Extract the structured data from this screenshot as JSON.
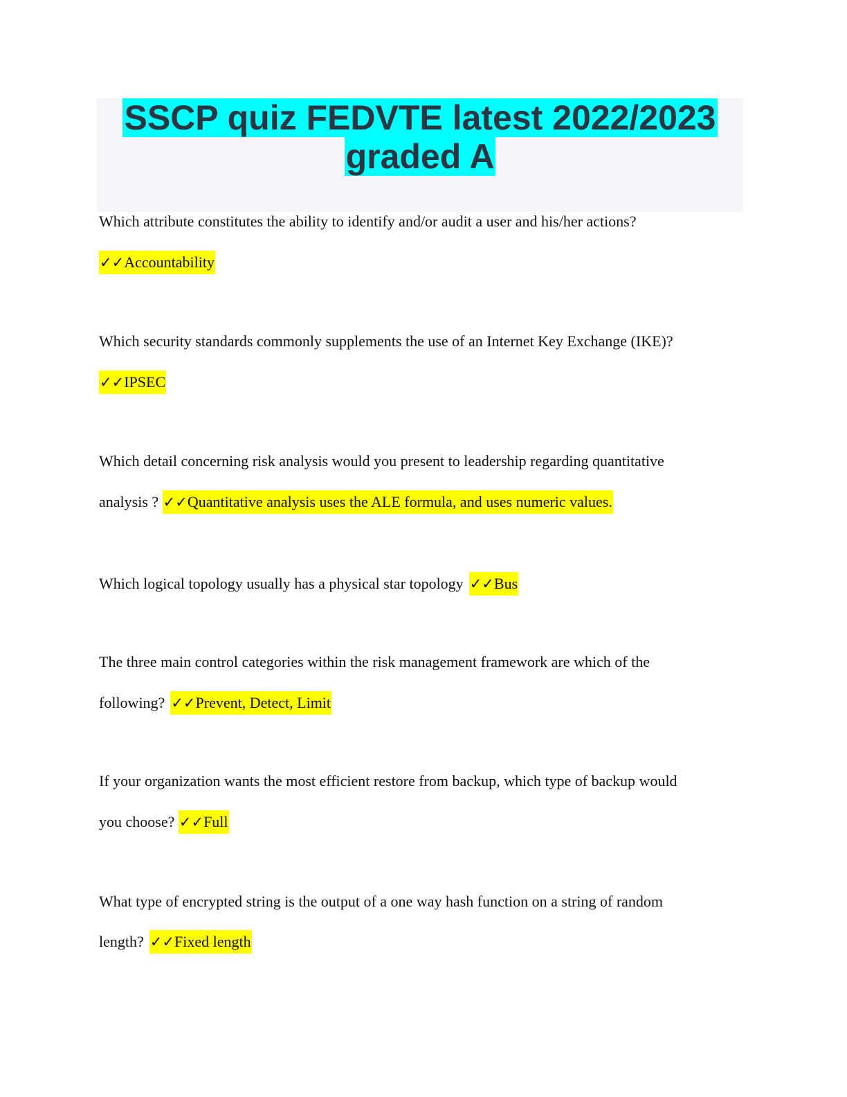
{
  "title": {
    "line1": "SSCP quiz FEDVTE latest 2022/2023",
    "line2": "graded A"
  },
  "check_icon": "✓✓",
  "colors": {
    "title_highlight": "#00ffff",
    "answer_highlight": "#ffff00",
    "title_box": "#f4f5f9",
    "title_text": "#2b3441"
  },
  "questions": [
    {
      "q_line1": "Which attribute constitutes the ability to identify and/or audit a user and his/her actions?",
      "answer": "Accountability"
    },
    {
      "q_line1": "Which security standards commonly supplements the use of an Internet Key Exchange (IKE)?",
      "answer": "IPSEC"
    },
    {
      "q_line1": "Which detail concerning risk analysis would you present to leadership regarding quantitative",
      "q_line2": "analysis ?",
      "answer": "Quantitative analysis uses the ALE formula, and uses numeric values."
    },
    {
      "q_line1": "Which logical topology usually has a physical star topology",
      "answer": "Bus"
    },
    {
      "q_line1": "The three main control categories within the risk management framework are which of the",
      "q_line2": "following?",
      "answer": "Prevent, Detect, Limit"
    },
    {
      "q_line1": "If your organization wants the most efficient restore from backup, which type of backup would",
      "q_line2": "you choose?",
      "answer": "Full"
    },
    {
      "q_line1": "What type of encrypted string is the output of a one way hash function on a string of random",
      "q_line2": "length?",
      "answer": "Fixed length"
    }
  ]
}
